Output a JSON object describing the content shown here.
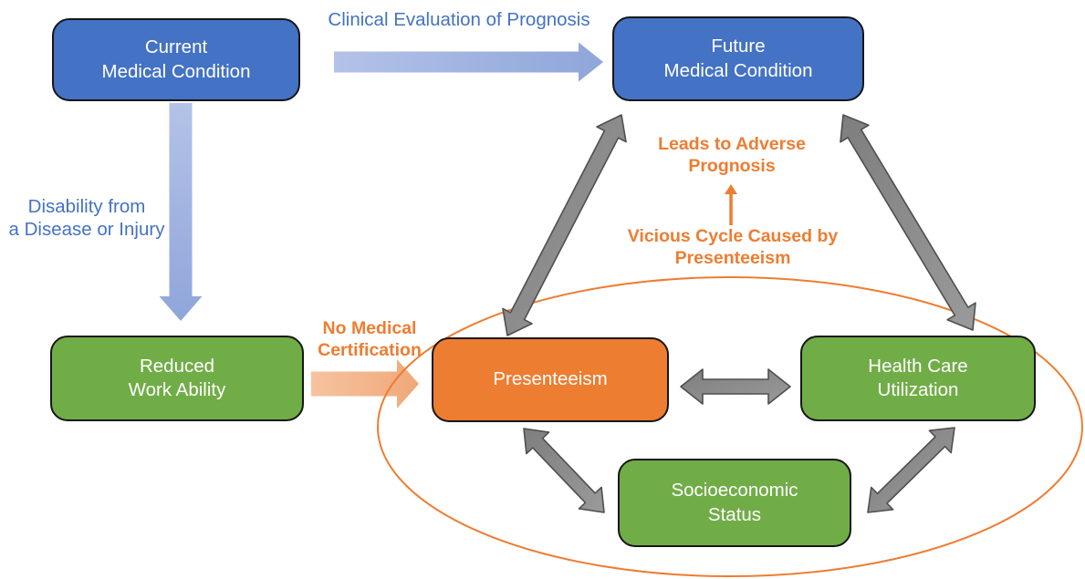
{
  "diagram": {
    "nodes": {
      "current": {
        "label": "Current\nMedical Condition",
        "color": "#4472C4"
      },
      "future": {
        "label": "Future\nMedical Condition",
        "color": "#4472C4"
      },
      "reduced": {
        "label": "Reduced\nWork Ability",
        "color": "#70AD47"
      },
      "presenteeism": {
        "label": "Presenteeism",
        "color": "#ED7D31"
      },
      "healthcare": {
        "label": "Health Care\nUtilization",
        "color": "#70AD47"
      },
      "socioeconomic": {
        "label": "Socioeconomic\nStatus",
        "color": "#70AD47"
      }
    },
    "annotations": {
      "clinical": {
        "text": "Clinical Evaluation of Prognosis",
        "color": "#4472C4"
      },
      "disability": {
        "text": "Disability from\na Disease or Injury",
        "color": "#4472C4"
      },
      "no_medical": {
        "text": "No Medical\nCertification",
        "color": "#ED7D31"
      },
      "leads": {
        "text": "Leads to Adverse\nPrognosis",
        "color": "#ED7D31"
      },
      "vicious": {
        "text": "Vicious Cycle Caused by\nPresenteeism",
        "color": "#ED7D31"
      }
    },
    "colors": {
      "node_border": "#161616",
      "node_text": "#FFFFFF",
      "arrow_blue": "#9DB1DF",
      "arrow_orange": "#F3AF85",
      "arrow_gray": "#8C8C8C",
      "arrow_gray_outline": "#4F4F4F",
      "ellipse_stroke": "#ED7D31",
      "background": "#FFFFFF"
    }
  }
}
